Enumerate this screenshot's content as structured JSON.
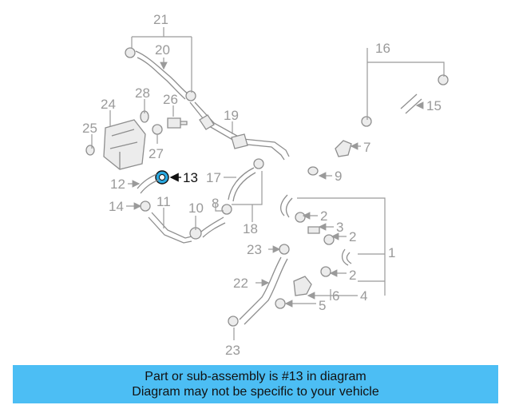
{
  "diagram": {
    "callouts": [
      "21",
      "20",
      "28",
      "26",
      "24",
      "25",
      "27",
      "19",
      "13",
      "12",
      "14",
      "11",
      "10",
      "8",
      "17",
      "18",
      "16",
      "15",
      "7",
      "9",
      "2",
      "3",
      "2",
      "1",
      "2",
      "4",
      "6",
      "5",
      "23",
      "22",
      "23"
    ],
    "highlighted_part": "13"
  },
  "banner": {
    "line1": "Part or sub-assembly is #13 in diagram",
    "line2": "Diagram may not be specific to your vehicle"
  },
  "colors": {
    "banner_bg": "#4cbef4",
    "highlight_part": "#2aa8e0",
    "line_art": "#8e8e8e"
  }
}
